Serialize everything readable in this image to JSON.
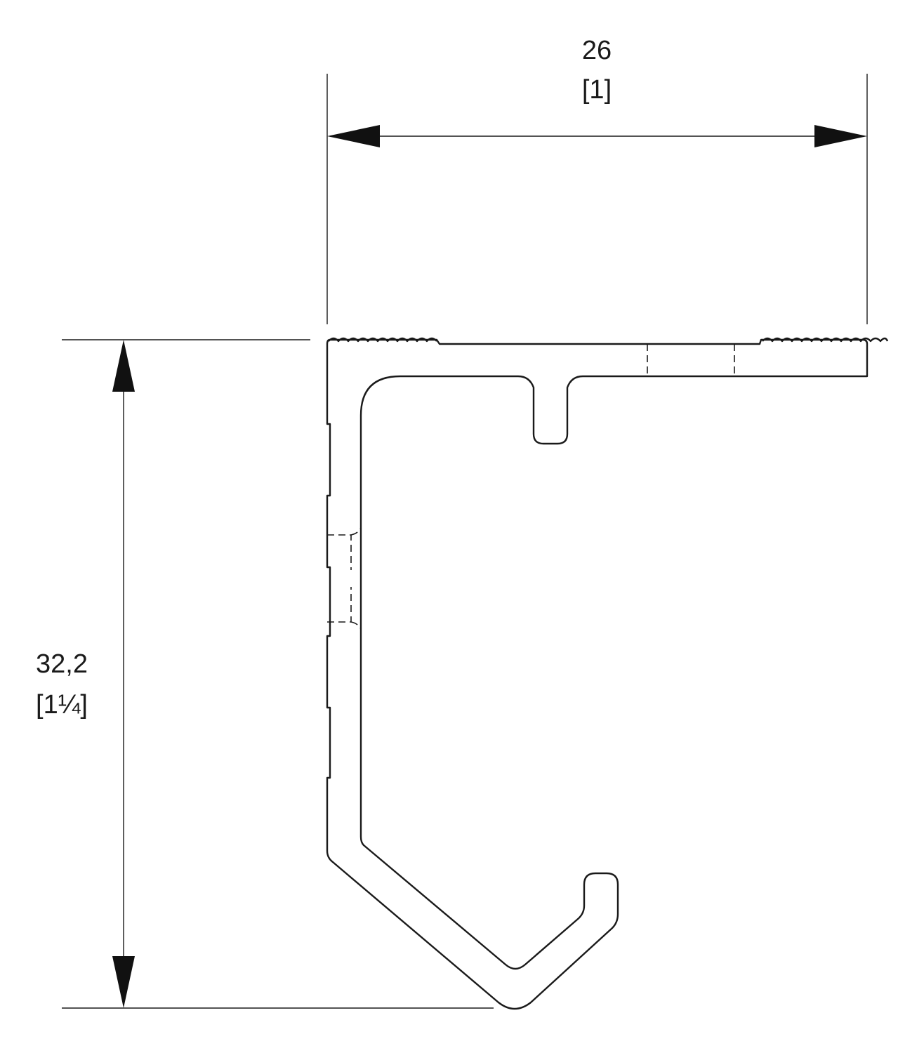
{
  "dimensions": {
    "width": {
      "metric": "26",
      "imperial": "[1]"
    },
    "height": {
      "metric": "32,2",
      "imperial": "[1¼]"
    }
  },
  "colors": {
    "line": "#1a1a1a",
    "background": "#ffffff"
  }
}
